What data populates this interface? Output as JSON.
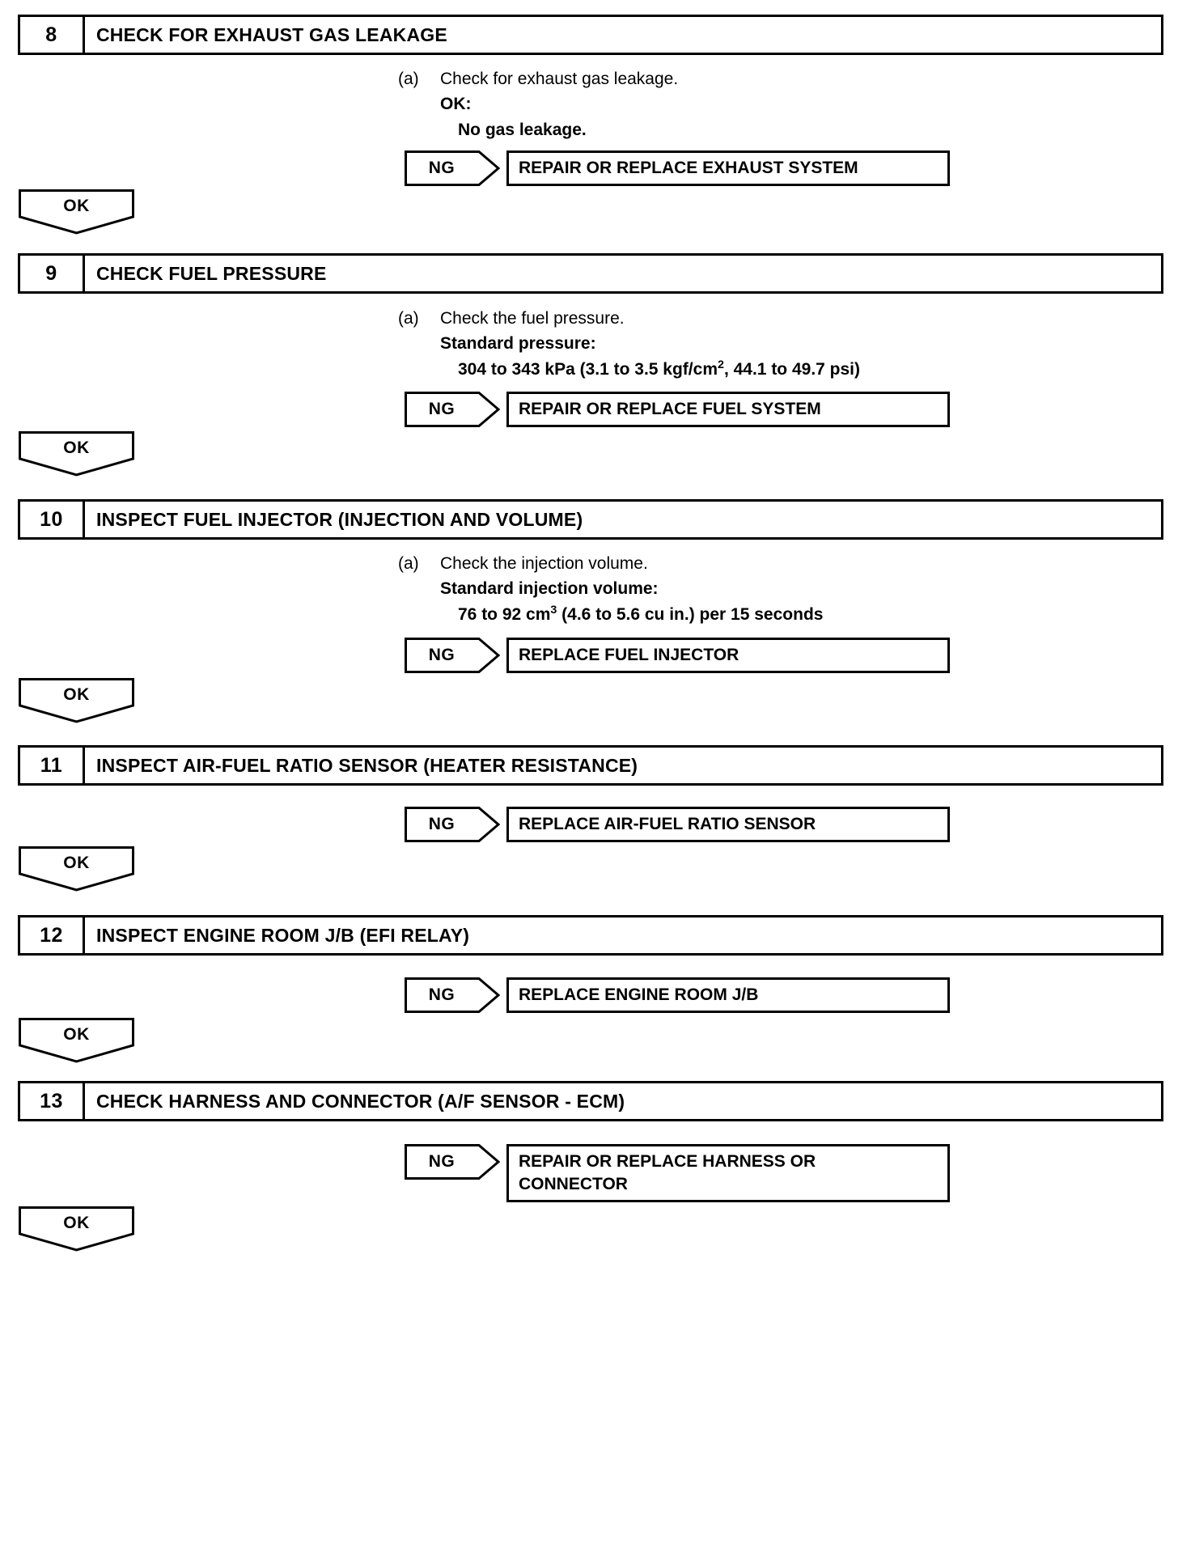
{
  "document": {
    "type": "diagnostic-flowchart",
    "flow_labels": {
      "ng": "NG",
      "ok": "OK"
    }
  },
  "steps": [
    {
      "number": "8",
      "title": "CHECK FOR EXHAUST GAS LEAKAGE",
      "procedure": {
        "marker": "(a)",
        "text": "Check for exhaust gas leakage.",
        "sub_label": "OK:",
        "sub_value": "No gas leakage."
      },
      "ng_label": "NG",
      "ng_result": "REPAIR OR REPLACE EXHAUST SYSTEM",
      "ok_label": "OK"
    },
    {
      "number": "9",
      "title": "CHECK FUEL PRESSURE",
      "procedure": {
        "marker": "(a)",
        "text": "Check the fuel pressure.",
        "sub_label": "Standard pressure:",
        "sub_value_prefix": "304 to 343 kPa (3.1 to 3.5 kgf/cm",
        "sub_value_sup": "2",
        "sub_value_suffix": ", 44.1 to 49.7 psi)"
      },
      "ng_label": "NG",
      "ng_result": "REPAIR OR REPLACE FUEL SYSTEM",
      "ok_label": "OK"
    },
    {
      "number": "10",
      "title": "INSPECT FUEL INJECTOR (INJECTION AND VOLUME)",
      "procedure": {
        "marker": "(a)",
        "text": "Check the injection volume.",
        "sub_label": "Standard injection volume:",
        "sub_value_prefix": "76 to 92 cm",
        "sub_value_sup": "3",
        "sub_value_suffix": " (4.6 to 5.6 cu in.) per 15 seconds"
      },
      "ng_label": "NG",
      "ng_result": "REPLACE FUEL INJECTOR",
      "ok_label": "OK"
    },
    {
      "number": "11",
      "title": "INSPECT AIR-FUEL RATIO SENSOR (HEATER RESISTANCE)",
      "ng_label": "NG",
      "ng_result": "REPLACE AIR-FUEL RATIO SENSOR",
      "ok_label": "OK"
    },
    {
      "number": "12",
      "title": "INSPECT ENGINE ROOM J/B (EFI RELAY)",
      "ng_label": "NG",
      "ng_result": "REPLACE ENGINE ROOM J/B",
      "ok_label": "OK"
    },
    {
      "number": "13",
      "title": "CHECK HARNESS AND CONNECTOR (A/F SENSOR - ECM)",
      "ng_label": "NG",
      "ng_result_line1": "REPAIR OR REPLACE HARNESS OR",
      "ng_result_line2": "CONNECTOR",
      "ok_label": "OK"
    }
  ],
  "colors": {
    "ink": "#000000",
    "paper": "#ffffff"
  }
}
